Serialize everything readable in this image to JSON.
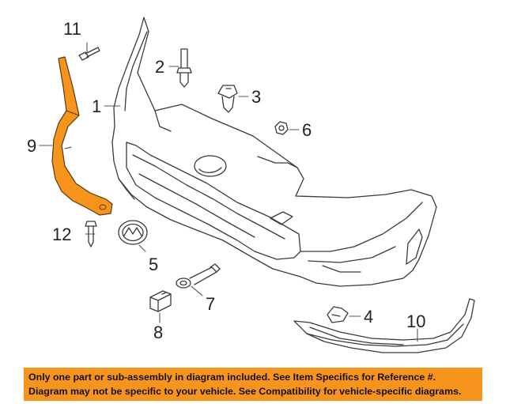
{
  "colors": {
    "line": "#3a3a3a",
    "highlight_part": "#f7941d",
    "highlight_outline": "#5a3a10",
    "banner_background": "#f7941d",
    "banner_text": "#111111"
  },
  "callouts": {
    "c1": "1",
    "c2": "2",
    "c3": "3",
    "c4": "4",
    "c5": "5",
    "c6": "6",
    "c7": "7",
    "c8": "8",
    "c9": "9",
    "c10": "10",
    "c11": "11",
    "c12": "12"
  },
  "highlighted_part": "9",
  "banner": {
    "line1": "Only one part or sub-assembly in diagram included. See Item Specifics for Reference #.",
    "line2": "Diagram may not be specific to your vehicle. See Compatibility for vehicle-specific diagrams."
  }
}
